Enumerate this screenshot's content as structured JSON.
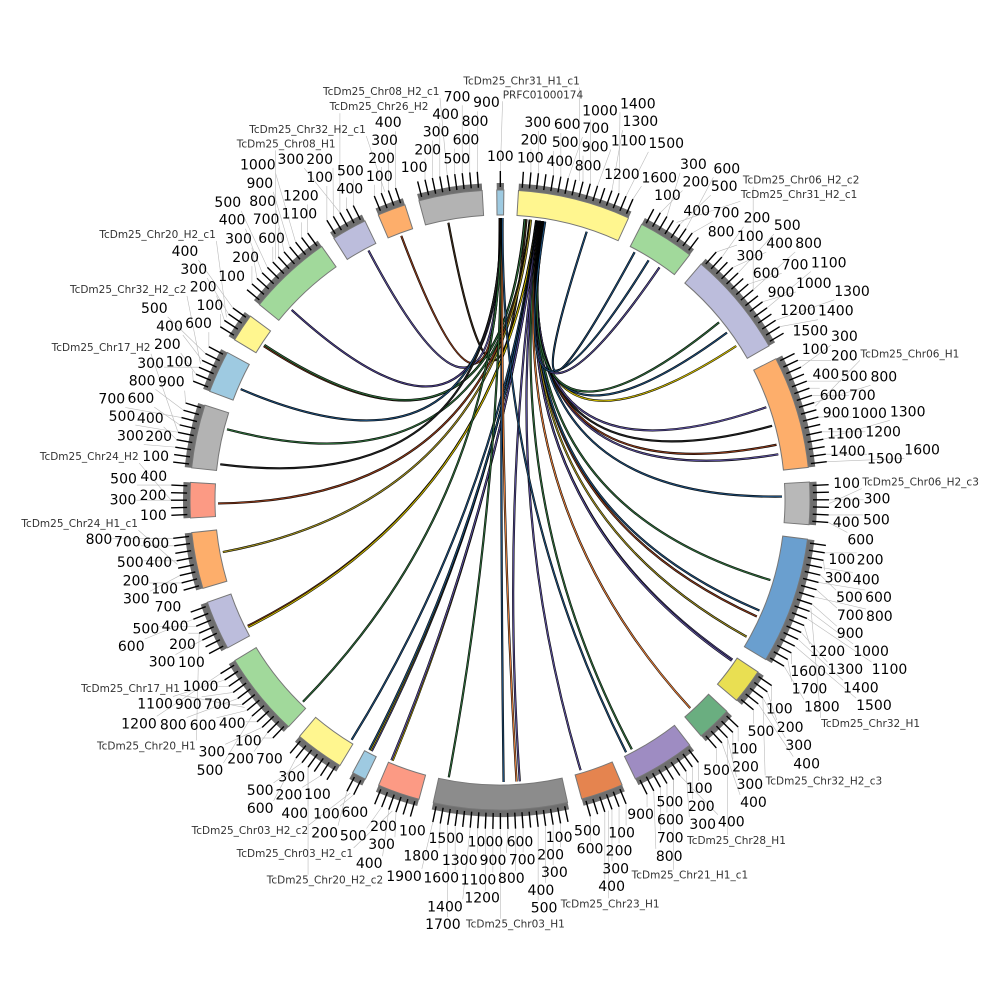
{
  "chart_data": {
    "type": "circos",
    "tick_interval": 100,
    "segments": [
      {
        "name": "PRFC01000174",
        "length": 100,
        "color": "#9ecae1"
      },
      {
        "name": "TcDm25_Chr31_H1_c1",
        "length": 1600,
        "color": "#fff68f"
      },
      {
        "name": "TcDm25_Chr31_H2_c1",
        "length": 800,
        "color": "#a1d99b"
      },
      {
        "name": "TcDm25_Chr06_H2_c2",
        "length": 1500,
        "color": "#bcbddc"
      },
      {
        "name": "TcDm25_Chr06_H1",
        "length": 1600,
        "color": "#fdae6b"
      },
      {
        "name": "TcDm25_Chr06_H2_c3",
        "length": 600,
        "color": "#b8b8b8"
      },
      {
        "name": "TcDm25_Chr32_H1",
        "length": 1800,
        "color": "#6a9fcf"
      },
      {
        "name": "TcDm25_Chr32_H2_c3",
        "length": 500,
        "color": "#e9df52"
      },
      {
        "name": "TcDm25_Chr28_H1",
        "length": 500,
        "color": "#6aae80"
      },
      {
        "name": "TcDm25_Chr21_H1_c1",
        "length": 900,
        "color": "#9e8cc2"
      },
      {
        "name": "TcDm25_Chr23_H1",
        "length": 600,
        "color": "#e5844f"
      },
      {
        "name": "TcDm25_Chr03_H1",
        "length": 1900,
        "color": "#8c8c8c"
      },
      {
        "name": "TcDm25_Chr03_H2_c1",
        "length": 600,
        "color": "#fc9a84"
      },
      {
        "name": "TcDm25_Chr03_H2_c2",
        "length": 200,
        "color": "#9ecae1"
      },
      {
        "name": "TcDm25_Chr20_H2_c2",
        "length": 700,
        "color": "#fff68f"
      },
      {
        "name": "TcDm25_Chr17_H1",
        "length": 1200,
        "color": "#a1d99b"
      },
      {
        "name": "TcDm25_Chr20_H1",
        "length": 700,
        "color": "#bcbddc"
      },
      {
        "name": "TcDm25_Chr24_H1_c1",
        "length": 800,
        "color": "#fdae6b"
      },
      {
        "name": "TcDm25_Chr24_H2",
        "length": 500,
        "color": "#fc9a84"
      },
      {
        "name": "TcDm25_Chr17_H2",
        "length": 900,
        "color": "#b3b3b3"
      },
      {
        "name": "TcDm25_Chr32_H2_c2",
        "length": 600,
        "color": "#9ecae1"
      },
      {
        "name": "TcDm25_Chr20_H2_c1",
        "length": 400,
        "color": "#fff68f"
      },
      {
        "name": "TcDm25_Chr08_H1",
        "length": 1200,
        "color": "#a1d99b"
      },
      {
        "name": "TcDm25_Chr26_H2",
        "length": 500,
        "color": "#bcbddc"
      },
      {
        "name": "TcDm25_Chr32_H2_c1",
        "length": 400,
        "color": "#fdae6b"
      },
      {
        "name": "TcDm25_Chr08_H2_c1",
        "length": 900,
        "color": "#b3b3b3"
      }
    ],
    "links": [
      {
        "from": [
          1,
          150
        ],
        "to": [
          25,
          350
        ],
        "color": "#3a2a1a"
      },
      {
        "from": [
          0,
          40
        ],
        "to": [
          24,
          200
        ],
        "color": "#8b3a1a"
      },
      {
        "from": [
          0,
          50
        ],
        "to": [
          23,
          350
        ],
        "color": "#5a4f9a"
      },
      {
        "from": [
          0,
          55
        ],
        "to": [
          22,
          250
        ],
        "color": "#4b3f8a"
      },
      {
        "from": [
          1,
          120
        ],
        "to": [
          21,
          150
        ],
        "color": "#8b3a1a"
      },
      {
        "from": [
          1,
          125
        ],
        "to": [
          21,
          170
        ],
        "color": "#2e6b3a"
      },
      {
        "from": [
          0,
          60
        ],
        "to": [
          20,
          200
        ],
        "color": "#1f4e79"
      },
      {
        "from": [
          1,
          200
        ],
        "to": [
          19,
          650
        ],
        "color": "#2e6b3a"
      },
      {
        "from": [
          0,
          65
        ],
        "to": [
          19,
          100
        ],
        "color": "#222222"
      },
      {
        "from": [
          1,
          210
        ],
        "to": [
          18,
          200
        ],
        "color": "#8b3a1a"
      },
      {
        "from": [
          1,
          220
        ],
        "to": [
          17,
          450
        ],
        "color": "#a09020"
      },
      {
        "from": [
          1,
          300
        ],
        "to": [
          16,
          150
        ],
        "color": "#8b3a1a"
      },
      {
        "from": [
          1,
          305
        ],
        "to": [
          16,
          130
        ],
        "color": "#c8b400"
      },
      {
        "from": [
          0,
          70
        ],
        "to": [
          15,
          100
        ],
        "color": "#2e6b3a"
      },
      {
        "from": [
          1,
          310
        ],
        "to": [
          14,
          50
        ],
        "color": "#1f4e79"
      },
      {
        "from": [
          1,
          320
        ],
        "to": [
          13,
          100
        ],
        "color": "#5a4f9a"
      },
      {
        "from": [
          1,
          325
        ],
        "to": [
          13,
          120
        ],
        "color": "#c8b400"
      },
      {
        "from": [
          1,
          330
        ],
        "to": [
          13,
          140
        ],
        "color": "#1f4e79"
      },
      {
        "from": [
          1,
          335
        ],
        "to": [
          12,
          550
        ],
        "color": "#c8b400"
      },
      {
        "from": [
          1,
          340
        ],
        "to": [
          12,
          570
        ],
        "color": "#5a4f9a"
      },
      {
        "from": [
          0,
          75
        ],
        "to": [
          11,
          1750
        ],
        "color": "#2e6b3a"
      },
      {
        "from": [
          0,
          80
        ],
        "to": [
          11,
          900
        ],
        "color": "#1f4e79"
      },
      {
        "from": [
          0,
          82
        ],
        "to": [
          11,
          700
        ],
        "color": "#e07b39"
      },
      {
        "from": [
          1,
          345
        ],
        "to": [
          11,
          650
        ],
        "color": "#5a4f9a"
      },
      {
        "from": [
          1,
          350
        ],
        "to": [
          10,
          500
        ],
        "color": "#5a4f9a"
      },
      {
        "from": [
          0,
          85
        ],
        "to": [
          9,
          850
        ],
        "color": "#1f4e79"
      },
      {
        "from": [
          1,
          355
        ],
        "to": [
          9,
          750
        ],
        "color": "#2e6b3a"
      },
      {
        "from": [
          1,
          360
        ],
        "to": [
          8,
          350
        ],
        "color": "#e07b39"
      },
      {
        "from": [
          1,
          365
        ],
        "to": [
          7,
          60
        ],
        "color": "#5a4f9a"
      },
      {
        "from": [
          1,
          370
        ],
        "to": [
          7,
          80
        ],
        "color": "#5a4f9a"
      },
      {
        "from": [
          1,
          375
        ],
        "to": [
          6,
          1650
        ],
        "color": "#a09020"
      },
      {
        "from": [
          1,
          380
        ],
        "to": [
          6,
          1300
        ],
        "color": "#8b3a1a"
      },
      {
        "from": [
          1,
          385
        ],
        "to": [
          6,
          1200
        ],
        "color": "#1f4e79"
      },
      {
        "from": [
          1,
          390
        ],
        "to": [
          6,
          700
        ],
        "color": "#2e6b3a"
      },
      {
        "from": [
          1,
          395
        ],
        "to": [
          5,
          200
        ],
        "color": "#1f4e79"
      },
      {
        "from": [
          1,
          400
        ],
        "to": [
          4,
          1350
        ],
        "color": "#5a4f9a"
      },
      {
        "from": [
          1,
          405
        ],
        "to": [
          4,
          1200
        ],
        "color": "#8b3a1a"
      },
      {
        "from": [
          1,
          410
        ],
        "to": [
          4,
          900
        ],
        "color": "#222222"
      },
      {
        "from": [
          1,
          415
        ],
        "to": [
          4,
          600
        ],
        "color": "#5a4f9a"
      },
      {
        "from": [
          1,
          420
        ],
        "to": [
          3,
          1250
        ],
        "color": "#c8b400"
      },
      {
        "from": [
          1,
          425
        ],
        "to": [
          3,
          1000
        ],
        "color": "#1f4e79"
      },
      {
        "from": [
          1,
          430
        ],
        "to": [
          3,
          800
        ],
        "color": "#2e6b3a"
      },
      {
        "from": [
          1,
          435
        ],
        "to": [
          2,
          550
        ],
        "color": "#5a4f9a"
      },
      {
        "from": [
          1,
          440
        ],
        "to": [
          2,
          350
        ],
        "color": "#1f4e79"
      },
      {
        "from": [
          1,
          1100
        ],
        "to": [
          2,
          100
        ],
        "color": "#1f4e79"
      }
    ]
  }
}
